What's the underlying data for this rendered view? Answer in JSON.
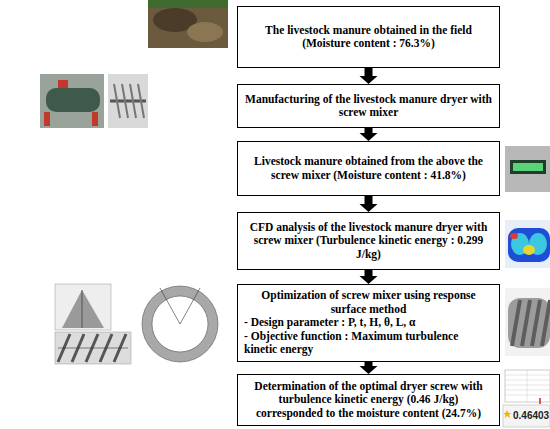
{
  "diagram": {
    "nodes": [
      {
        "text": [
          "The livestock manure obtained in the field (Moisture content : 76.3%)"
        ]
      },
      {
        "text": [
          "Manufacturing of the livestock manure dryer with screw mixer"
        ]
      },
      {
        "text": [
          "Livestock manure obtained from the above the screw mixer (Moisture content : 41.8%)"
        ]
      },
      {
        "text": [
          "CFD analysis of the livestock manure dryer with screw mixer (Turbulence kinetic energy : 0.299 J/kg)"
        ]
      },
      {
        "text": [
          "Optimization of screw mixer using response surface method",
          "- Design parameter : P, t, H, θ, L, α",
          "- Objective function : Maximum turbulence kinetic energy"
        ]
      },
      {
        "text": [
          "Determination of the optimal dryer screw with turbulence kinetic energy (0.46 J/kg) corresponded to the moisture content (24.7%)"
        ]
      }
    ],
    "edges": [
      {
        "from": 0,
        "to": 1,
        "arrow": "to"
      },
      {
        "from": 1,
        "to": 2,
        "arrow": "to"
      },
      {
        "from": 2,
        "to": 3,
        "arrow": "to"
      },
      {
        "from": 3,
        "to": 4,
        "arrow": "to"
      },
      {
        "from": 4,
        "to": 5,
        "arrow": "to"
      }
    ],
    "labels": [
      "0.46403"
    ]
  }
}
